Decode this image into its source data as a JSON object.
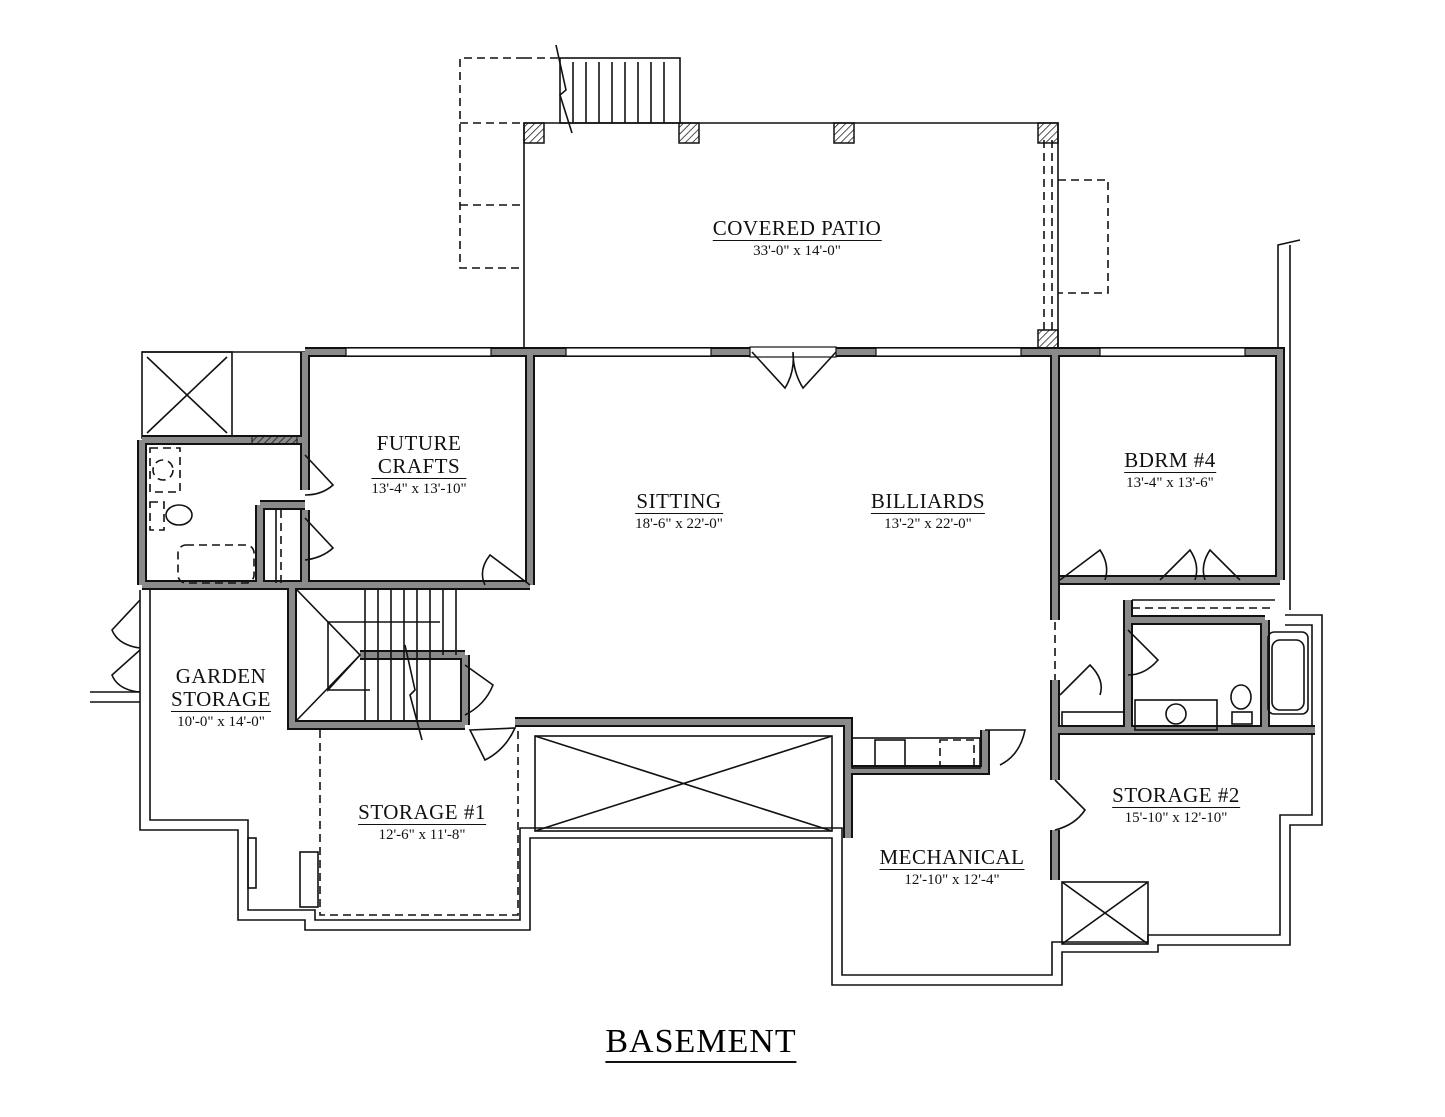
{
  "plan_title": "BASEMENT",
  "rooms": [
    {
      "id": "covered-patio",
      "name_lines": [
        "COVERED PATIO"
      ],
      "dims": "33'-0\" x 14'-0\""
    },
    {
      "id": "future-crafts",
      "name_lines": [
        "FUTURE",
        "CRAFTS"
      ],
      "dims": "13'-4\" x 13'-10\""
    },
    {
      "id": "sitting",
      "name_lines": [
        "SITTING"
      ],
      "dims": "18'-6\" x 22'-0\""
    },
    {
      "id": "billiards",
      "name_lines": [
        "BILLIARDS"
      ],
      "dims": "13'-2\" x 22'-0\""
    },
    {
      "id": "bdrm-4",
      "name_lines": [
        "BDRM #4"
      ],
      "dims": "13'-4\" x 13'-6\""
    },
    {
      "id": "garden-storage",
      "name_lines": [
        "GARDEN",
        "STORAGE"
      ],
      "dims": "10'-0\" x 14'-0\""
    },
    {
      "id": "storage-1",
      "name_lines": [
        "STORAGE #1"
      ],
      "dims": "12'-6\" x 11'-8\""
    },
    {
      "id": "mechanical",
      "name_lines": [
        "MECHANICAL"
      ],
      "dims": "12'-10\" x 12'-4\""
    },
    {
      "id": "storage-2",
      "name_lines": [
        "STORAGE #2"
      ],
      "dims": "15'-10\" x 12'-10\""
    }
  ]
}
